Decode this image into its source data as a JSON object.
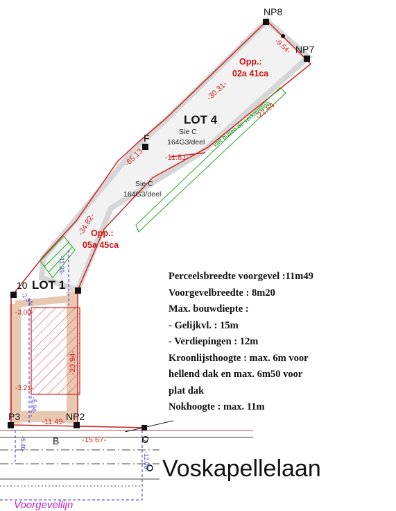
{
  "points": {
    "np8": "NP8",
    "np7": "NP7",
    "f": "F",
    "p10": "10",
    "p3": "P3",
    "np2": "NP2",
    "b": "B",
    "c": "C"
  },
  "lots": {
    "lot4": "LOT 4",
    "lot1": "LOT 1"
  },
  "parcels": {
    "lot4_section": "Sie C",
    "lot4_parcel": "164G3/deel",
    "lot1_section": "Sie C",
    "lot1_parcel": "164G3/deel"
  },
  "areas": {
    "lot4_label": "Opp.:",
    "lot4_value": "02a 41ca",
    "lot1_label": "Opp.:",
    "lot1_value": "05a 45ca"
  },
  "dimensions": {
    "d_954": "-9.54-",
    "d_3031": "-30.31-",
    "d_2264": "-22.64-",
    "d_6513": "-65.13-",
    "d_1181": "-11.81-",
    "d_3482": "-34.82-",
    "d_1133": "-11.33-",
    "d_300": "-3.00-",
    "d_234": "-2.34-",
    "d_2394": "-23.94-",
    "d_321": "-3.21-",
    "d_594": "-5.94-",
    "d_1149": "-11.49-",
    "d_1567": "-15.67-",
    "d_540": "-5.40-",
    "d_1200": "-12.00-"
  },
  "green_note": "valt buiten de verkaveling",
  "street_name": "Voskapellelaan",
  "frontline_label": "Voorgevellijn",
  "info_lines": [
    "Perceelsbreedte voorgevel :11m49",
    "Voorgevelbreedte : 8m20",
    "Max. bouwdiepte :",
    "- Gelijkvl. : 15m",
    "- Verdiepingen : 12m",
    "Kroonlijsthoogte : max. 6m voor",
    "hellend dak en max. 6m50 voor",
    "plat dak",
    "Nokhoogte : max. 11m"
  ]
}
